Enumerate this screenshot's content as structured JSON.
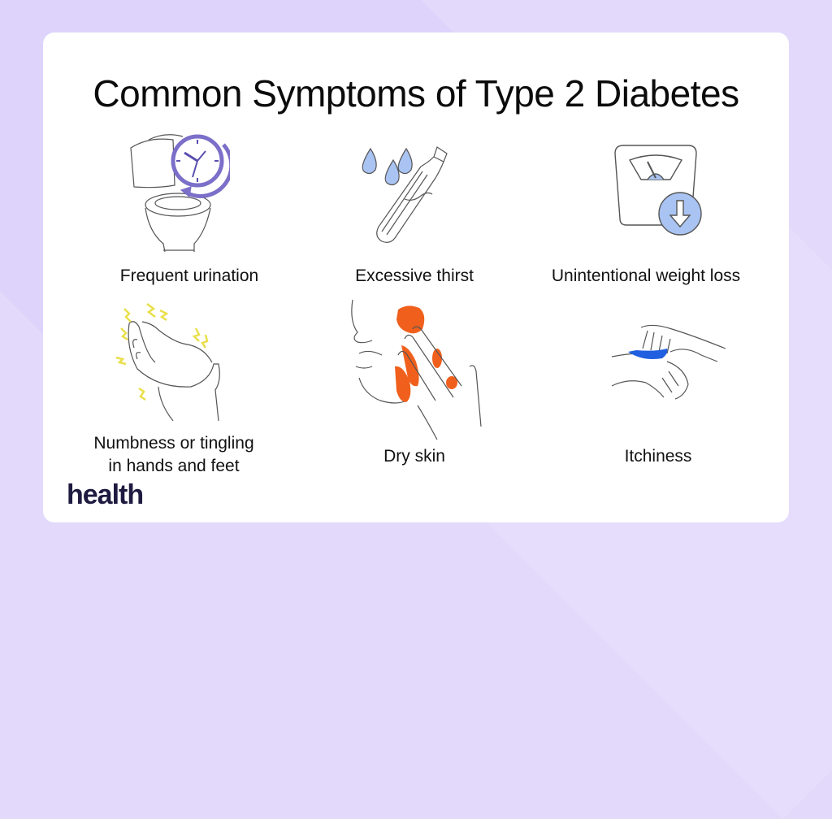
{
  "title": "Common Symptoms of Type 2 Diabetes",
  "symptoms": [
    {
      "label": "Frequent urination",
      "icon": "toilet-clock-icon"
    },
    {
      "label": "Excessive thirst",
      "icon": "water-bottle-drops-icon"
    },
    {
      "label": "Unintentional weight loss",
      "icon": "scale-down-arrow-icon"
    },
    {
      "label_line1": "Numbness or tingling",
      "label_line2": "in hands and feet",
      "icon": "tingling-hand-icon"
    },
    {
      "label": "Dry skin",
      "icon": "dry-skin-face-icon"
    },
    {
      "label": "Itchiness",
      "icon": "scratching-arm-icon"
    }
  ],
  "brand": {
    "logo_text": "health"
  },
  "colors": {
    "background": "#e2d9fb",
    "card": "#ffffff",
    "accent_purple": "#7b6fc9",
    "accent_blue_fill": "#a9c3f2",
    "tingle_yellow": "#e9df4a",
    "dry_skin_orange": "#f0601c",
    "itch_blue": "#1f5fe0",
    "logo": "#1e1a40"
  }
}
